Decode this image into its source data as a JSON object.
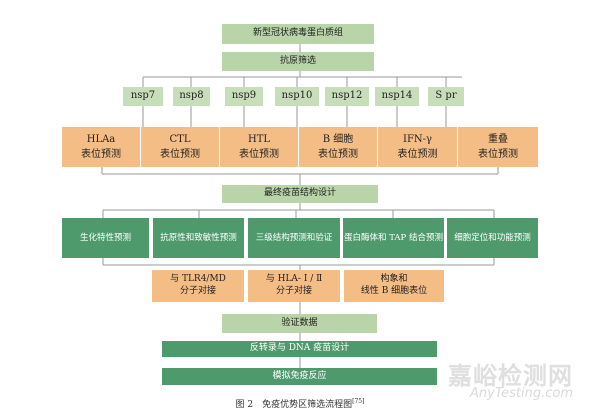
{
  "diagram": {
    "top_title": "新型冠状病毒蛋白质组",
    "antigen_screen": "抗原筛选",
    "nsp_items": [
      "nsp7",
      "nsp8",
      "nsp9",
      "nsp10",
      "nsp12",
      "nsp14",
      "S pr"
    ],
    "epitopes": [
      {
        "line1": "HLAa",
        "line2": "表位预测"
      },
      {
        "line1": "CTL",
        "line2": "表位预测"
      },
      {
        "line1": "HTL",
        "line2": "表位预测"
      },
      {
        "line1": "B 细胞",
        "line2": "表位预测"
      },
      {
        "line1": "IFN-γ",
        "line2": "表位预测"
      },
      {
        "line1": "重叠",
        "line2": "表位预测"
      }
    ],
    "final_design": "最终疫苗结构设计",
    "analyses": [
      "生化特性预测",
      "抗原性和致敏性预测",
      "三级结构预测和验证",
      "蛋白酶体和 TAP 结合预测",
      "细胞定位和功能预测"
    ],
    "docking": [
      {
        "line1": "与 TLR4/MD",
        "line2": "分子对接"
      },
      {
        "line1": "与 HLA- Ⅰ / Ⅱ",
        "line2": "分子对接"
      },
      {
        "line1": "构象和",
        "line2": "线性 B 细胞表位"
      }
    ],
    "verify": "验证数据",
    "reverse": "反转录与 DNA 疫苗设计",
    "simulate": "模拟免疫反应"
  },
  "caption": {
    "text": "图 2　免疫优势区筛选流程图",
    "ref": "[75]"
  },
  "watermark": {
    "cn": "嘉峪检测网",
    "en": "AnyTesting.com"
  }
}
